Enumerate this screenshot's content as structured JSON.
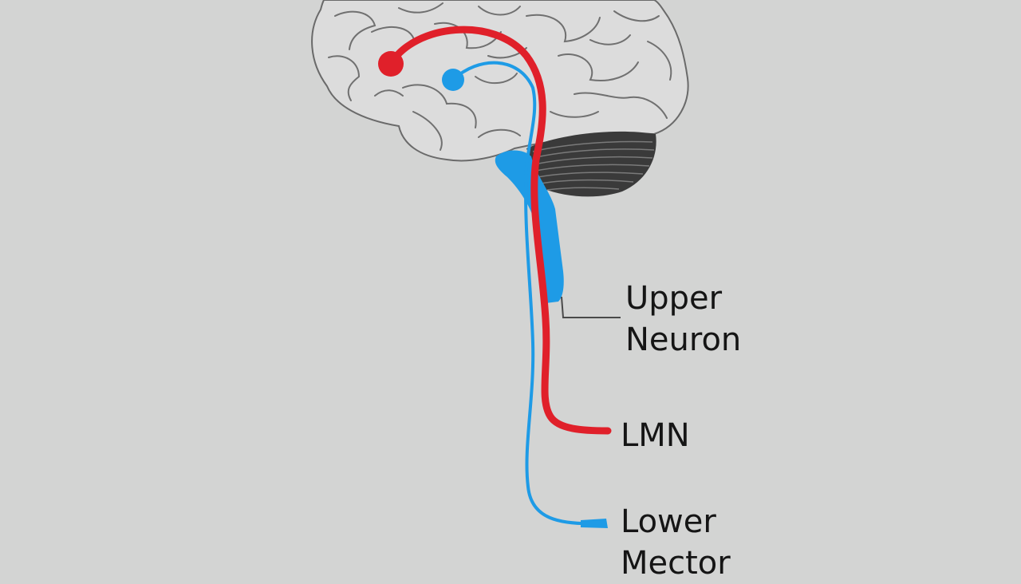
{
  "labels": {
    "upper_line1": "Upper",
    "upper_line2": "Neuron",
    "lmn": "LMN",
    "lower_line1": "Lower",
    "lower_line2": "Mector"
  },
  "colors": {
    "background": "#d3d4d3",
    "upper_pathway": "#e0202a",
    "lower_pathway": "#1e9be6",
    "brain_outline": "#6a6a6a",
    "cerebellum": "#3a3a3a",
    "text": "#151515"
  }
}
